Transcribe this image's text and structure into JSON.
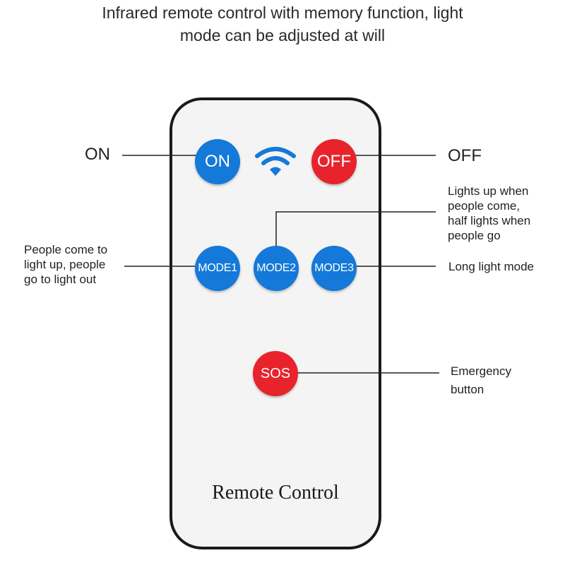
{
  "title": {
    "line1": "Infrared remote control with memory function, light",
    "line2": "mode can be adjusted at will"
  },
  "remote": {
    "label": "Remote Control",
    "signal_icon": "wifi-signal-icon",
    "buttons": {
      "on": "ON",
      "off": "OFF",
      "mode1": "MODE1",
      "mode2": "MODE2",
      "mode3": "MODE3",
      "sos": "SOS"
    }
  },
  "callouts": {
    "on": "ON",
    "off": "OFF",
    "mode1": [
      "People come to",
      "light up, people",
      "go to light out"
    ],
    "mode2": [
      "Lights up when",
      "people come,",
      "half lights when",
      "people go"
    ],
    "mode3": "Long light mode",
    "sos": [
      "Emergency",
      "button"
    ]
  },
  "colors": {
    "blue_button": "#1479d8",
    "red_button": "#e8232c",
    "remote_body": "#f4f4f4",
    "remote_border": "#1a1a1a"
  }
}
